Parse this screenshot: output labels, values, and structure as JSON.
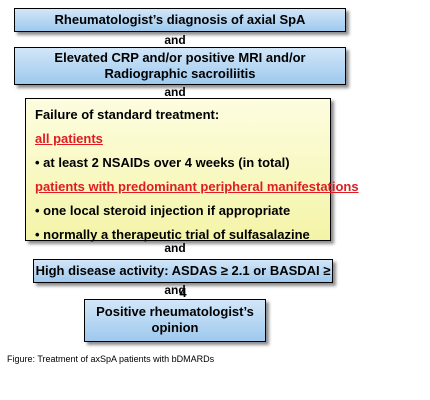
{
  "flowchart": {
    "box1": "Rheumatologist’s diagnosis of axial SpA",
    "and1": "and",
    "box2": [
      "Elevated CRP and/or positive MRI and/or",
      "Radiographic sacroiliitis"
    ],
    "and2": "and",
    "box3": {
      "heading": "Failure of standard treatment:",
      "group1": "all patients",
      "item1": "• at least 2 NSAIDs over 4 weeks (in total)",
      "group2": "patients with predominant peripheral manifestations",
      "item2": "• one local steroid injection if appropriate",
      "item3": "• normally a therapeutic trial of sulfasalazine"
    },
    "and3": "and",
    "box4": "High disease activity: ASDAS ≥ 2.1 or BASDAI ≥ 4",
    "and4": "and",
    "box5": [
      "Positive rheumatologist’s",
      "opinion"
    ]
  },
  "caption": "Figure: Treatment of axSpA patients with bDMARDs",
  "colors": {
    "blue_box": "#9ec9ee",
    "yellow_box": "#f4f4a8",
    "red_text": "#e11b22"
  }
}
